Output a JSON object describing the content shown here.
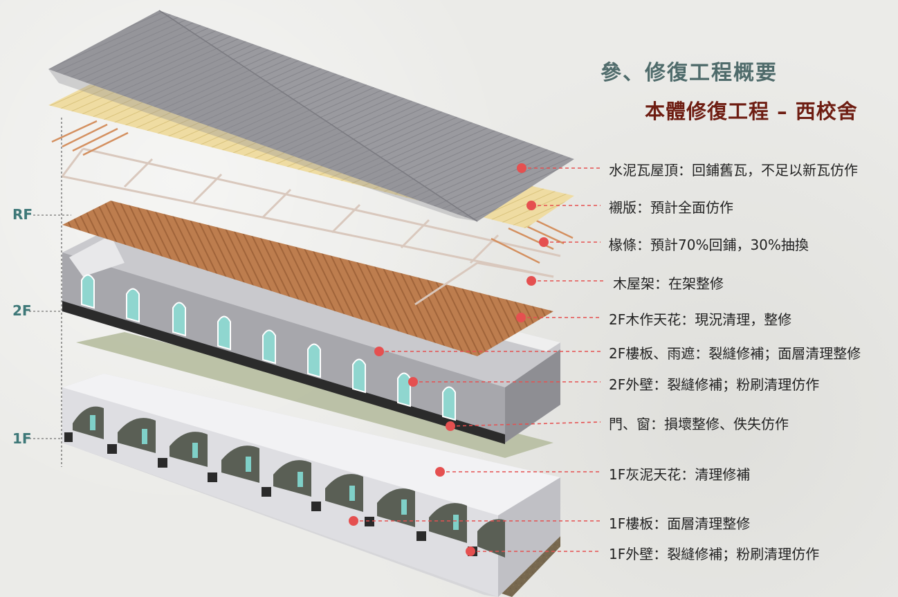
{
  "title": "參、修復工程概要",
  "subtitle": "本體修復工程 – 西校舍",
  "floor_labels": [
    "RF",
    "2F",
    "1F"
  ],
  "callouts": [
    "水泥瓦屋頂：回鋪舊瓦，不足以新瓦仿作",
    "襯版：預計全面仿作",
    "椽條：預計70%回鋪，30%抽換",
    "木屋架：在架整修",
    "2F木作天花：現況清理，整修",
    "2F樓板、雨遮：裂縫修補；面層清理整修",
    "2F外壁：裂縫修補；粉刷清理仿作",
    "門、窗：損壞整修、佚失仿作",
    "1F灰泥天花：清理修補",
    "1F樓板：面層清理整修",
    "1F外壁：裂縫修補；粉刷清理仿作"
  ],
  "colors": {
    "title": "#4f6b6b",
    "subtitle": "#6e1d12",
    "marker": "#e55050",
    "floor_label": "#3e7878"
  }
}
